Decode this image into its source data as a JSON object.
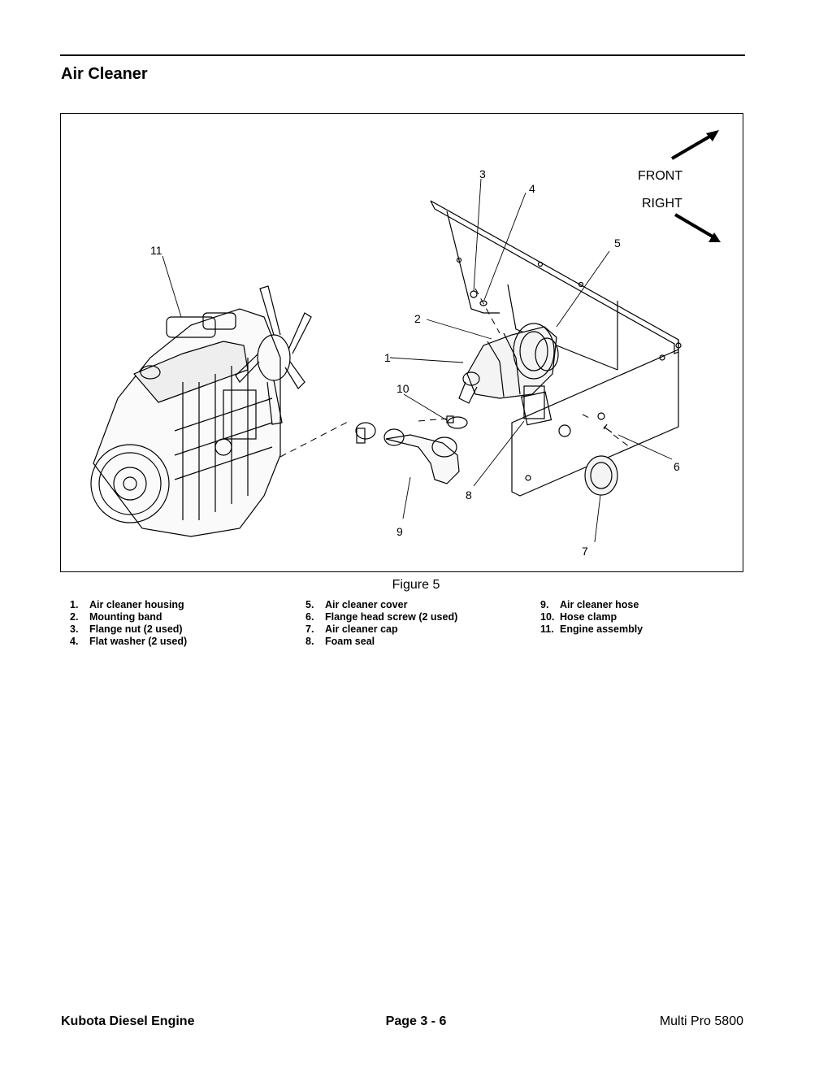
{
  "section": {
    "title": "Air Cleaner"
  },
  "figure": {
    "caption": "Figure 5",
    "direction_labels": {
      "front": "FRONT",
      "right": "RIGHT"
    },
    "callouts": [
      "1",
      "2",
      "3",
      "4",
      "5",
      "6",
      "7",
      "8",
      "9",
      "10",
      "11"
    ]
  },
  "legend": {
    "col1": [
      {
        "num": "1.",
        "label": "Air cleaner housing"
      },
      {
        "num": "2.",
        "label": "Mounting band"
      },
      {
        "num": "3.",
        "label": "Flange nut (2 used)"
      },
      {
        "num": "4.",
        "label": "Flat washer (2 used)"
      }
    ],
    "col2": [
      {
        "num": "5.",
        "label": "Air cleaner cover"
      },
      {
        "num": "6.",
        "label": "Flange head screw (2 used)"
      },
      {
        "num": "7.",
        "label": "Air cleaner cap"
      },
      {
        "num": "8.",
        "label": "Foam seal"
      }
    ],
    "col3": [
      {
        "num": "9.",
        "label": "Air cleaner hose"
      },
      {
        "num": "10.",
        "label": "Hose clamp"
      },
      {
        "num": "11.",
        "label": "Engine assembly"
      }
    ]
  },
  "footer": {
    "left": "Kubota Diesel Engine",
    "center": "Page 3 - 6",
    "right": "Multi Pro 5800"
  }
}
